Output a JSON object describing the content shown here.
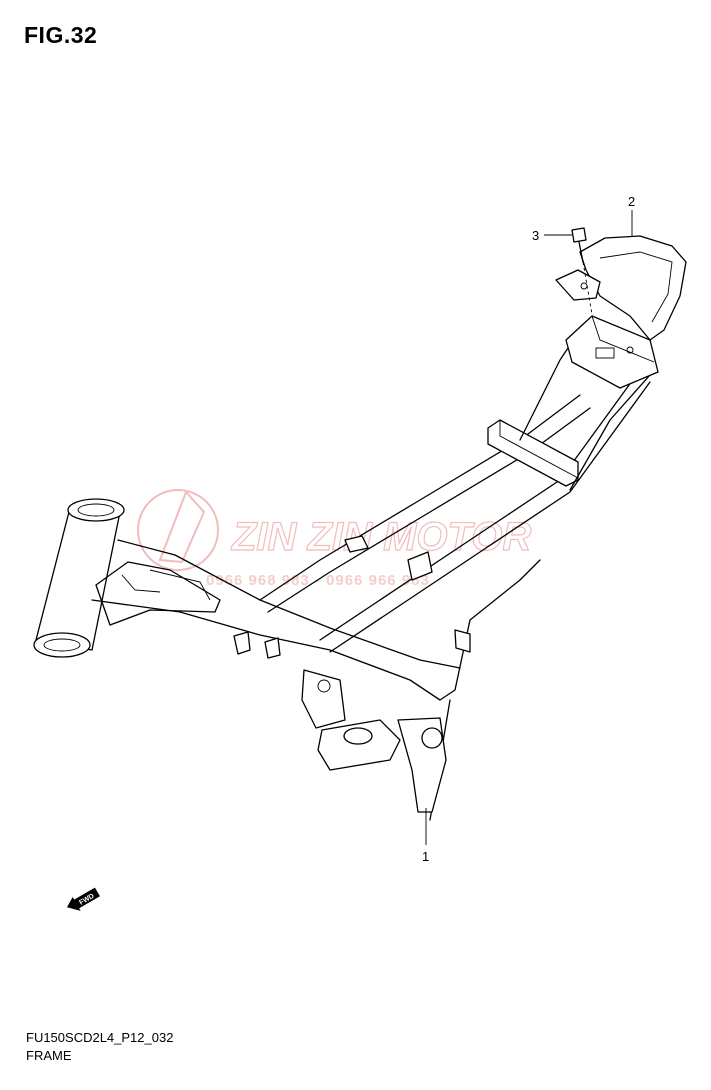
{
  "figure": {
    "title": "FIG.32"
  },
  "callouts": [
    {
      "number": "1"
    },
    {
      "number": "2"
    },
    {
      "number": "3"
    }
  ],
  "watermark": {
    "brand": "ZIN ZIN MOTOR",
    "phone": "0966 968 983 - 0966 966 983",
    "color": "#f0b5b5"
  },
  "direction_arrow": {
    "label": "FWD"
  },
  "footer": {
    "code": "FU150SCD2L4_P12_032",
    "name": "FRAME"
  }
}
